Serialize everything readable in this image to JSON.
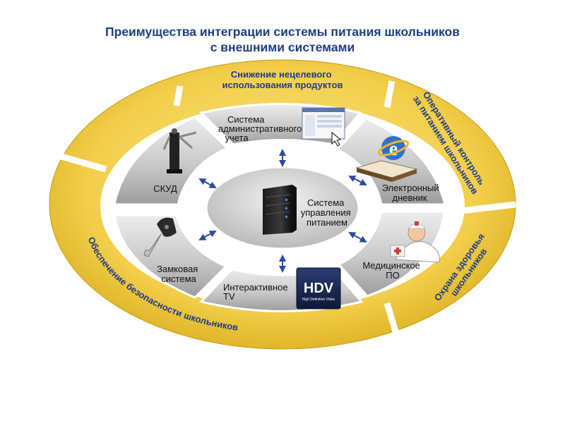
{
  "title": {
    "line1": "Преимущества интеграции системы питания школьников",
    "line2": "с внешними системами"
  },
  "center": {
    "label_lines": [
      "Система",
      "управления",
      "питанием"
    ],
    "icon": "server-icon"
  },
  "segments": {
    "admin": {
      "label_lines": [
        "Система",
        "административного",
        "учета"
      ],
      "icon": "app-window-icon"
    },
    "diary": {
      "label_lines": [
        "Электронный",
        "дневник"
      ],
      "icon": "e-book-icon"
    },
    "med": {
      "label_lines": [
        "Медицинское",
        "ПО"
      ],
      "icon": "doctor-icon"
    },
    "tv": {
      "label_lines": [
        "Интерактивное",
        "TV"
      ],
      "icon": "hdv-logo-icon",
      "logo_text": "HDV",
      "logo_sub": "High Definition Video"
    },
    "lock": {
      "label_lines": [
        "Замковая",
        "система"
      ],
      "icon": "key-icon"
    },
    "skud": {
      "label_lines": [
        "СКУД"
      ],
      "icon": "turnstile-icon"
    }
  },
  "ring": {
    "top": {
      "lines": [
        "Снижение нецелевого",
        "использования продуктов"
      ]
    },
    "right_top": {
      "lines": [
        "Оперативный контроль",
        "за питанием школьников"
      ]
    },
    "right_bottom": {
      "lines": [
        "Охрана здоровья",
        "школьников"
      ]
    },
    "left": {
      "text": "Обеспечение безопасности школьников"
    }
  },
  "colors": {
    "title": "#1f3c8a",
    "ring_yellow": "#f2ce4a",
    "segment_gray": "#c8c8c8",
    "arrow_blue": "#2b4aa0"
  }
}
